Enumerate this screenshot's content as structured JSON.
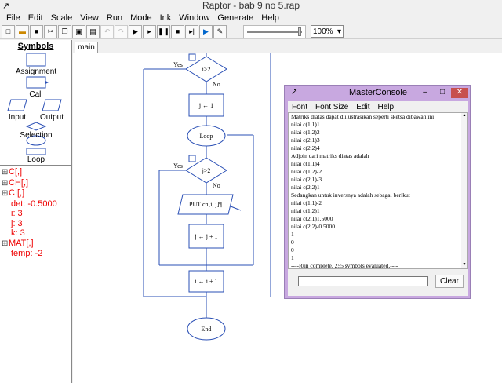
{
  "window": {
    "title": "Raptor - bab 9 no 5.rap"
  },
  "menu": [
    "File",
    "Edit",
    "Scale",
    "View",
    "Run",
    "Mode",
    "Ink",
    "Window",
    "Generate",
    "Help"
  ],
  "toolbar": {
    "zoom": "100%"
  },
  "symbols": {
    "title": "Symbols",
    "assignment": "Assignment",
    "call": "Call",
    "input": "Input",
    "output": "Output",
    "selection": "Selection",
    "loop": "Loop"
  },
  "variables": [
    {
      "label": "C[,]",
      "expandable": true
    },
    {
      "label": "CH[,]",
      "expandable": true
    },
    {
      "label": "CI[,]",
      "expandable": true
    },
    {
      "label": "det: -0.5000",
      "expandable": false
    },
    {
      "label": "i: 3",
      "expandable": false
    },
    {
      "label": "j: 3",
      "expandable": false
    },
    {
      "label": "k: 3",
      "expandable": false
    },
    {
      "label": "MAT[,]",
      "expandable": true
    },
    {
      "label": "temp: -2",
      "expandable": false
    }
  ],
  "tabs": {
    "main": "main"
  },
  "flowchart": {
    "cond1": "i>2",
    "assign1": "j ← 1",
    "loop": "Loop",
    "cond2": "j>2",
    "output": "PUT ch[i, j]¶",
    "assign2": "j ← j + 1",
    "assign3": "i ← i + 1",
    "end": "End",
    "yes": "Yes",
    "no": "No"
  },
  "console": {
    "title": "MasterConsole",
    "menu": [
      "Font",
      "Font Size",
      "Edit",
      "Help"
    ],
    "lines": [
      "Matriks diatas dapat diilustrasikan seperti sketsa dibawah ini",
      "nilai c(1,1)1",
      "nilai c(1,2)2",
      "nilai c(2,1)3",
      "nilai c(2,2)4",
      "Adjoin dari matriks diatas adalah",
      "nilai c(1,1)4",
      "nilai c(1,2)-2",
      "nilai c(2,1)-3",
      "nilai c(2,2)1",
      "Sedangkan untuk inversnya adalah sebagai berikut",
      "nilai c(1,1)-2",
      "nilai c(1,2)1",
      "nilai c(2,1)1.5000",
      "nilai c(2,2)-0.5000",
      "1",
      "0",
      "0",
      "1",
      "----Run complete.  255 symbols evaluated.----"
    ],
    "clear_label": "Clear"
  }
}
